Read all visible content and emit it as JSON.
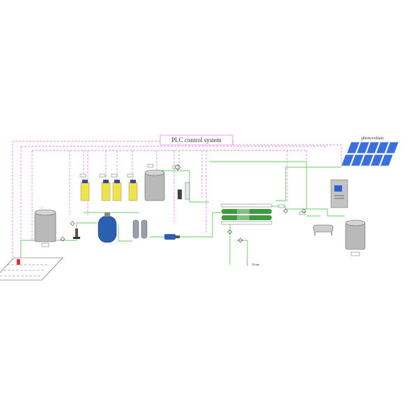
{
  "title": "PLC control system",
  "solar_label": "photovoltaic",
  "drain_label": "Drain",
  "colors": {
    "control_line": "#e58ae5",
    "water_line": "#66cc66",
    "tank": "#b9b9b9",
    "filter_tank": "#2b5fb0",
    "dosing_tank": "#f2e24a",
    "membrane": "#3f9a3f",
    "panel": "#3a6fe0",
    "plc_screen": "#2f5fd0"
  }
}
